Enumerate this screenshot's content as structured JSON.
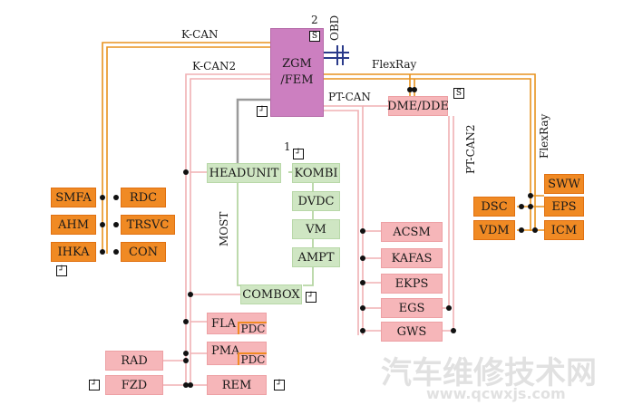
{
  "buses": {
    "kcan": "K-CAN",
    "kcan2": "K-CAN2",
    "flexray_top": "FlexRay",
    "flexray_side": "FlexRay",
    "ptcan": "PT-CAN",
    "ptcan2": "PT-CAN2",
    "most": "MOST"
  },
  "markers": {
    "zgm_number": "2",
    "obd": "OBD",
    "kombi_number": "1"
  },
  "modules": {
    "zgm_line1": "ZGM",
    "zgm_line2": "/FEM",
    "dme": "DME/DDE",
    "smfa": "SMFA",
    "ahm": "AHM",
    "ihka": "IHKA",
    "rdc": "RDC",
    "trsvc": "TRSVC",
    "con": "CON",
    "headunit": "HEADUNIT",
    "kombi": "KOMBI",
    "dvdc": "DVDC",
    "vm": "VM",
    "ampt": "AMPT",
    "combox": "COMBOX",
    "fla": "FLA",
    "pma": "PMA",
    "pdc1": "PDC",
    "pdc2": "PDC",
    "rad": "RAD",
    "fzd": "FZD",
    "rem": "REM",
    "acsm": "ACSM",
    "kafas": "KAFAS",
    "ekps": "EKPS",
    "egs": "EGS",
    "gws": "GWS",
    "sww": "SWW",
    "dsc": "DSC",
    "eps": "EPS",
    "vdm": "VDM",
    "icm": "ICM"
  },
  "icons": {
    "s_icon": "S",
    "wake_icon": "wake-up-line-icon"
  },
  "colors": {
    "orange_module": "#f08a24",
    "green_module": "#cfe6c3",
    "pink_module": "#f6b6b9",
    "zgm_module": "#cc7fc0",
    "flexray_wire": "#e8921e",
    "can_wire": "#f0b0b4",
    "most_wire": "#b6d6a4",
    "obd_wire": "#2a3a8a"
  },
  "watermark": {
    "text": "汽车维修技术网",
    "url": "www.qcwxjs.com"
  }
}
